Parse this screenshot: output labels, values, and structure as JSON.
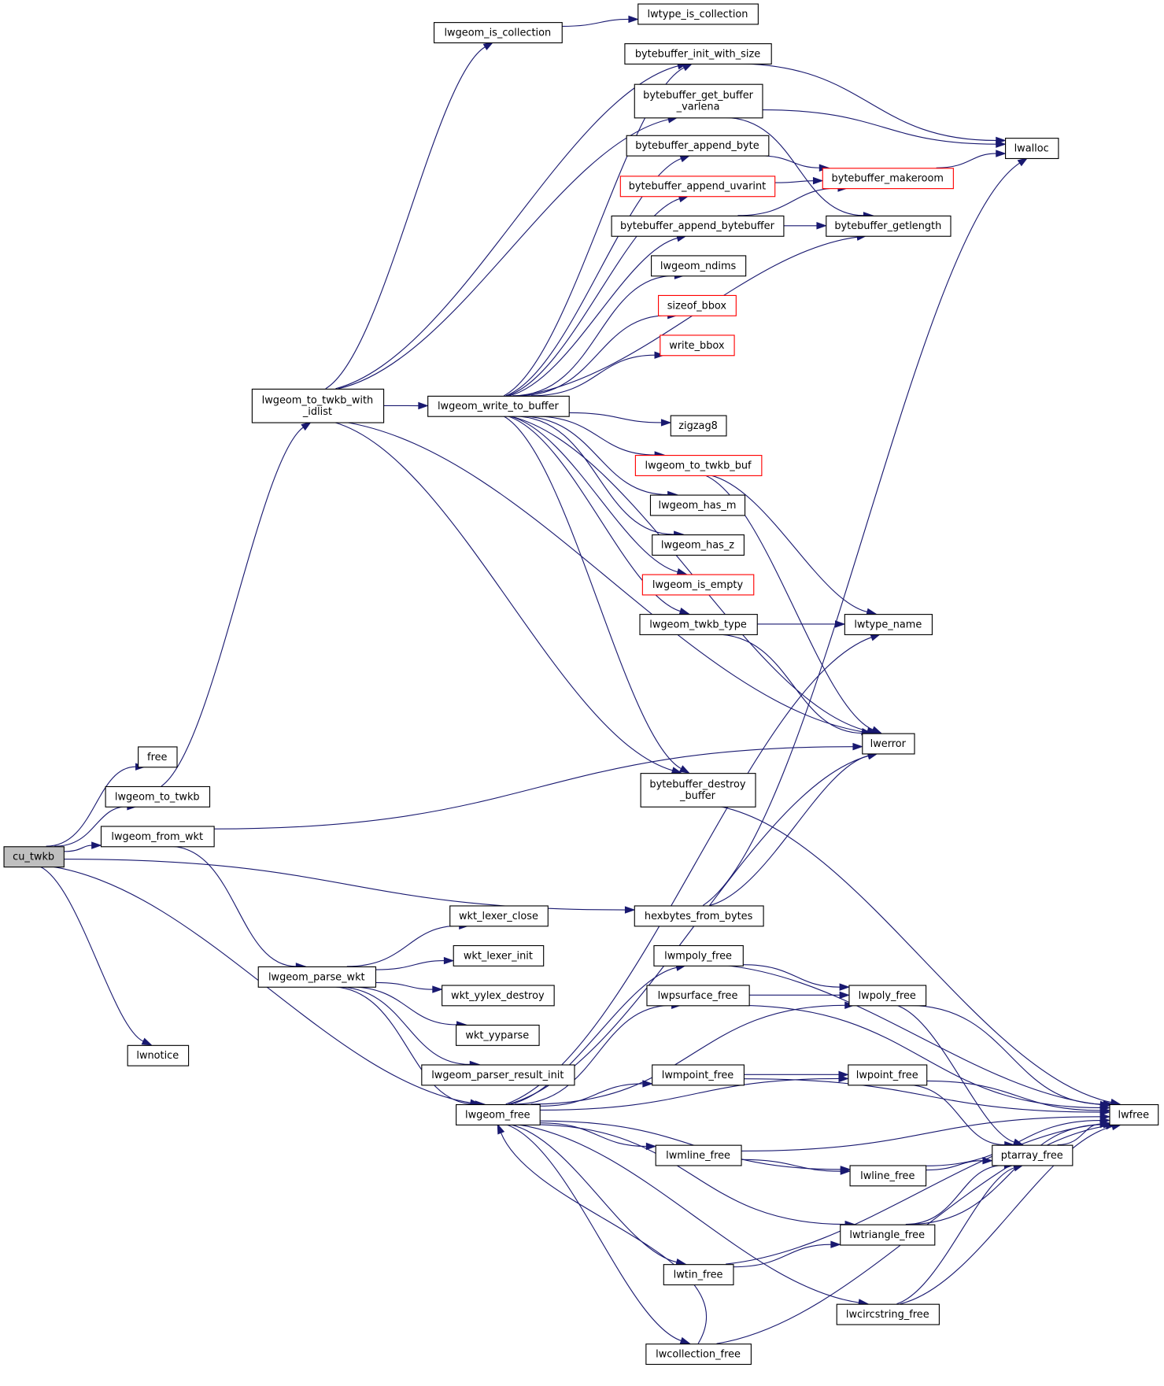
{
  "title": "cu_twkb call graph",
  "colors": {
    "edge": "#191970",
    "root_fill": "#bfbfbf",
    "node_border": "#000000",
    "incomplete_border": "#ff0000",
    "background": "#ffffff"
  },
  "nodes": [
    {
      "id": "cu_twkb",
      "lines": [
        "cu_twkb"
      ],
      "style": "root"
    },
    {
      "id": "free",
      "lines": [
        "free"
      ],
      "style": "normal"
    },
    {
      "id": "lwgeom_to_twkb",
      "lines": [
        "lwgeom_to_twkb"
      ],
      "style": "normal"
    },
    {
      "id": "lwgeom_from_wkt",
      "lines": [
        "lwgeom_from_wkt"
      ],
      "style": "normal"
    },
    {
      "id": "lwnotice",
      "lines": [
        "lwnotice"
      ],
      "style": "normal"
    },
    {
      "id": "lwgeom_to_twkb_with_idlist",
      "lines": [
        "lwgeom_to_twkb_with",
        "_idlist"
      ],
      "style": "normal"
    },
    {
      "id": "lwgeom_parse_wkt",
      "lines": [
        "lwgeom_parse_wkt"
      ],
      "style": "normal"
    },
    {
      "id": "lwgeom_is_collection",
      "lines": [
        "lwgeom_is_collection"
      ],
      "style": "normal"
    },
    {
      "id": "lwgeom_write_to_buffer",
      "lines": [
        "lwgeom_write_to_buffer"
      ],
      "style": "normal"
    },
    {
      "id": "wkt_lexer_close",
      "lines": [
        "wkt_lexer_close"
      ],
      "style": "normal"
    },
    {
      "id": "wkt_lexer_init",
      "lines": [
        "wkt_lexer_init"
      ],
      "style": "normal"
    },
    {
      "id": "wkt_yylex_destroy",
      "lines": [
        "wkt_yylex_destroy"
      ],
      "style": "normal"
    },
    {
      "id": "wkt_yyparse",
      "lines": [
        "wkt_yyparse"
      ],
      "style": "normal"
    },
    {
      "id": "lwgeom_parser_result_init",
      "lines": [
        "lwgeom_parser_result_init"
      ],
      "style": "normal"
    },
    {
      "id": "lwgeom_free",
      "lines": [
        "lwgeom_free"
      ],
      "style": "normal"
    },
    {
      "id": "lwtype_is_collection",
      "lines": [
        "lwtype_is_collection"
      ],
      "style": "normal"
    },
    {
      "id": "bytebuffer_init_with_size",
      "lines": [
        "bytebuffer_init_with_size"
      ],
      "style": "normal"
    },
    {
      "id": "bytebuffer_get_buffer_varlena",
      "lines": [
        "bytebuffer_get_buffer",
        "_varlena"
      ],
      "style": "normal"
    },
    {
      "id": "bytebuffer_append_byte",
      "lines": [
        "bytebuffer_append_byte"
      ],
      "style": "normal"
    },
    {
      "id": "bytebuffer_append_uvarint",
      "lines": [
        "bytebuffer_append_uvarint"
      ],
      "style": "incomplete"
    },
    {
      "id": "bytebuffer_append_bytebuffer",
      "lines": [
        "bytebuffer_append_bytebuffer"
      ],
      "style": "normal"
    },
    {
      "id": "lwgeom_ndims",
      "lines": [
        "lwgeom_ndims"
      ],
      "style": "normal"
    },
    {
      "id": "sizeof_bbox",
      "lines": [
        "sizeof_bbox"
      ],
      "style": "incomplete"
    },
    {
      "id": "write_bbox",
      "lines": [
        "write_bbox"
      ],
      "style": "incomplete"
    },
    {
      "id": "zigzag8",
      "lines": [
        "zigzag8"
      ],
      "style": "normal"
    },
    {
      "id": "lwgeom_to_twkb_buf",
      "lines": [
        "lwgeom_to_twkb_buf"
      ],
      "style": "incomplete"
    },
    {
      "id": "lwgeom_has_m",
      "lines": [
        "lwgeom_has_m"
      ],
      "style": "normal"
    },
    {
      "id": "lwgeom_has_z",
      "lines": [
        "lwgeom_has_z"
      ],
      "style": "normal"
    },
    {
      "id": "lwgeom_is_empty",
      "lines": [
        "lwgeom_is_empty"
      ],
      "style": "incomplete"
    },
    {
      "id": "lwgeom_twkb_type",
      "lines": [
        "lwgeom_twkb_type"
      ],
      "style": "normal"
    },
    {
      "id": "bytebuffer_destroy_buffer",
      "lines": [
        "bytebuffer_destroy",
        "_buffer"
      ],
      "style": "normal"
    },
    {
      "id": "hexbytes_from_bytes",
      "lines": [
        "hexbytes_from_bytes"
      ],
      "style": "normal"
    },
    {
      "id": "lwmpoly_free",
      "lines": [
        "lwmpoly_free"
      ],
      "style": "normal"
    },
    {
      "id": "lwpsurface_free",
      "lines": [
        "lwpsurface_free"
      ],
      "style": "normal"
    },
    {
      "id": "lwmpoint_free",
      "lines": [
        "lwmpoint_free"
      ],
      "style": "normal"
    },
    {
      "id": "lwmline_free",
      "lines": [
        "lwmline_free"
      ],
      "style": "normal"
    },
    {
      "id": "lwtin_free",
      "lines": [
        "lwtin_free"
      ],
      "style": "normal"
    },
    {
      "id": "lwcollection_free",
      "lines": [
        "lwcollection_free"
      ],
      "style": "normal"
    },
    {
      "id": "bytebuffer_makeroom",
      "lines": [
        "bytebuffer_makeroom"
      ],
      "style": "incomplete"
    },
    {
      "id": "bytebuffer_getlength",
      "lines": [
        "bytebuffer_getlength"
      ],
      "style": "normal"
    },
    {
      "id": "lwtype_name",
      "lines": [
        "lwtype_name"
      ],
      "style": "normal"
    },
    {
      "id": "lwerror",
      "lines": [
        "lwerror"
      ],
      "style": "normal"
    },
    {
      "id": "lwpoly_free",
      "lines": [
        "lwpoly_free"
      ],
      "style": "normal"
    },
    {
      "id": "lwpoint_free",
      "lines": [
        "lwpoint_free"
      ],
      "style": "normal"
    },
    {
      "id": "lwline_free",
      "lines": [
        "lwline_free"
      ],
      "style": "normal"
    },
    {
      "id": "lwtriangle_free",
      "lines": [
        "lwtriangle_free"
      ],
      "style": "normal"
    },
    {
      "id": "lwcircstring_free",
      "lines": [
        "lwcircstring_free"
      ],
      "style": "normal"
    },
    {
      "id": "lwalloc",
      "lines": [
        "lwalloc"
      ],
      "style": "normal"
    },
    {
      "id": "ptarray_free",
      "lines": [
        "ptarray_free"
      ],
      "style": "normal"
    },
    {
      "id": "lwfree",
      "lines": [
        "lwfree"
      ],
      "style": "normal"
    }
  ],
  "edges": [
    [
      "cu_twkb",
      "free"
    ],
    [
      "cu_twkb",
      "lwgeom_to_twkb"
    ],
    [
      "cu_twkb",
      "lwgeom_from_wkt"
    ],
    [
      "cu_twkb",
      "hexbytes_from_bytes"
    ],
    [
      "cu_twkb",
      "lwgeom_free"
    ],
    [
      "cu_twkb",
      "lwnotice"
    ],
    [
      "lwgeom_to_twkb",
      "lwgeom_to_twkb_with_idlist"
    ],
    [
      "lwgeom_from_wkt",
      "lwgeom_parse_wkt"
    ],
    [
      "lwgeom_from_wkt",
      "lwerror"
    ],
    [
      "lwgeom_to_twkb_with_idlist",
      "lwgeom_is_collection"
    ],
    [
      "lwgeom_to_twkb_with_idlist",
      "bytebuffer_init_with_size"
    ],
    [
      "lwgeom_to_twkb_with_idlist",
      "bytebuffer_get_buffer_varlena"
    ],
    [
      "lwgeom_to_twkb_with_idlist",
      "lwgeom_write_to_buffer"
    ],
    [
      "lwgeom_to_twkb_with_idlist",
      "lwerror"
    ],
    [
      "lwgeom_to_twkb_with_idlist",
      "bytebuffer_destroy_buffer"
    ],
    [
      "lwgeom_is_collection",
      "lwtype_is_collection"
    ],
    [
      "lwgeom_write_to_buffer",
      "bytebuffer_init_with_size"
    ],
    [
      "lwgeom_write_to_buffer",
      "bytebuffer_append_byte"
    ],
    [
      "lwgeom_write_to_buffer",
      "bytebuffer_append_uvarint"
    ],
    [
      "lwgeom_write_to_buffer",
      "bytebuffer_append_bytebuffer"
    ],
    [
      "lwgeom_write_to_buffer",
      "lwgeom_ndims"
    ],
    [
      "lwgeom_write_to_buffer",
      "sizeof_bbox"
    ],
    [
      "lwgeom_write_to_buffer",
      "write_bbox"
    ],
    [
      "lwgeom_write_to_buffer",
      "bytebuffer_getlength"
    ],
    [
      "lwgeom_write_to_buffer",
      "zigzag8"
    ],
    [
      "lwgeom_write_to_buffer",
      "lwgeom_to_twkb_buf"
    ],
    [
      "lwgeom_write_to_buffer",
      "lwgeom_has_m"
    ],
    [
      "lwgeom_write_to_buffer",
      "lwgeom_has_z"
    ],
    [
      "lwgeom_write_to_buffer",
      "lwgeom_is_empty"
    ],
    [
      "lwgeom_write_to_buffer",
      "lwgeom_twkb_type"
    ],
    [
      "lwgeom_write_to_buffer",
      "lwerror"
    ],
    [
      "lwgeom_write_to_buffer",
      "bytebuffer_destroy_buffer"
    ],
    [
      "bytebuffer_init_with_size",
      "lwalloc"
    ],
    [
      "bytebuffer_get_buffer_varlena",
      "lwalloc"
    ],
    [
      "bytebuffer_get_buffer_varlena",
      "bytebuffer_getlength"
    ],
    [
      "bytebuffer_append_byte",
      "bytebuffer_makeroom"
    ],
    [
      "bytebuffer_append_uvarint",
      "bytebuffer_makeroom"
    ],
    [
      "bytebuffer_append_bytebuffer",
      "bytebuffer_makeroom"
    ],
    [
      "bytebuffer_append_bytebuffer",
      "bytebuffer_getlength"
    ],
    [
      "bytebuffer_makeroom",
      "lwalloc"
    ],
    [
      "lwgeom_to_twkb_buf",
      "lwtype_name"
    ],
    [
      "lwgeom_to_twkb_buf",
      "lwerror"
    ],
    [
      "lwgeom_twkb_type",
      "lwtype_name"
    ],
    [
      "lwgeom_twkb_type",
      "lwerror"
    ],
    [
      "bytebuffer_destroy_buffer",
      "lwfree"
    ],
    [
      "hexbytes_from_bytes",
      "lwalloc"
    ],
    [
      "hexbytes_from_bytes",
      "lwerror"
    ],
    [
      "lwgeom_parse_wkt",
      "wkt_lexer_close"
    ],
    [
      "lwgeom_parse_wkt",
      "wkt_lexer_init"
    ],
    [
      "lwgeom_parse_wkt",
      "wkt_yylex_destroy"
    ],
    [
      "lwgeom_parse_wkt",
      "wkt_yyparse"
    ],
    [
      "lwgeom_parse_wkt",
      "lwgeom_parser_result_init"
    ],
    [
      "lwgeom_parse_wkt",
      "lwgeom_free"
    ],
    [
      "lwgeom_free",
      "lwtype_name"
    ],
    [
      "lwgeom_free",
      "lwerror"
    ],
    [
      "lwgeom_free",
      "lwmpoly_free"
    ],
    [
      "lwgeom_free",
      "lwpsurface_free"
    ],
    [
      "lwgeom_free",
      "lwpoly_free"
    ],
    [
      "lwgeom_free",
      "lwmpoint_free"
    ],
    [
      "lwgeom_free",
      "lwpoint_free"
    ],
    [
      "lwgeom_free",
      "lwmline_free"
    ],
    [
      "lwgeom_free",
      "lwline_free"
    ],
    [
      "lwgeom_free",
      "lwtriangle_free"
    ],
    [
      "lwgeom_free",
      "lwtin_free"
    ],
    [
      "lwgeom_free",
      "lwcircstring_free"
    ],
    [
      "lwgeom_free",
      "lwcollection_free"
    ],
    [
      "lwmpoly_free",
      "lwpoly_free"
    ],
    [
      "lwmpoly_free",
      "lwfree"
    ],
    [
      "lwpsurface_free",
      "lwpoly_free"
    ],
    [
      "lwpsurface_free",
      "lwfree"
    ],
    [
      "lwpoly_free",
      "ptarray_free"
    ],
    [
      "lwpoly_free",
      "lwfree"
    ],
    [
      "lwmpoint_free",
      "lwpoint_free"
    ],
    [
      "lwmpoint_free",
      "lwfree"
    ],
    [
      "lwpoint_free",
      "ptarray_free"
    ],
    [
      "lwpoint_free",
      "lwfree"
    ],
    [
      "lwmline_free",
      "lwline_free"
    ],
    [
      "lwmline_free",
      "lwfree"
    ],
    [
      "lwline_free",
      "ptarray_free"
    ],
    [
      "lwline_free",
      "lwfree"
    ],
    [
      "lwtriangle_free",
      "ptarray_free"
    ],
    [
      "lwtriangle_free",
      "lwfree"
    ],
    [
      "lwtin_free",
      "lwtriangle_free"
    ],
    [
      "lwtin_free",
      "lwfree"
    ],
    [
      "lwcircstring_free",
      "ptarray_free"
    ],
    [
      "lwcircstring_free",
      "lwfree"
    ],
    [
      "lwcollection_free",
      "lwgeom_free"
    ],
    [
      "lwcollection_free",
      "lwfree"
    ],
    [
      "ptarray_free",
      "lwfree"
    ]
  ]
}
